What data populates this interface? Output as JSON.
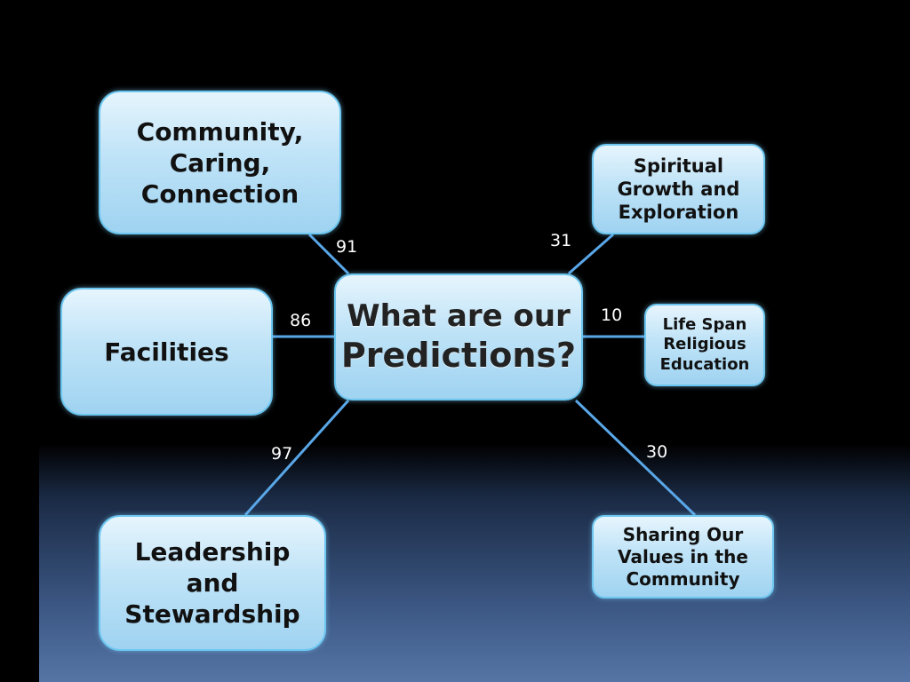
{
  "diagram": {
    "center": {
      "line1": "What are our",
      "line2": "Predictions?"
    },
    "nodes": {
      "community": {
        "lines": [
          "Community,",
          "Caring,",
          "Connection"
        ],
        "count": "91"
      },
      "spiritual": {
        "lines": [
          "Spiritual",
          "Growth and",
          "Exploration"
        ],
        "count": "31"
      },
      "facilities": {
        "lines": [
          "Facilities"
        ],
        "count": "86"
      },
      "lifespan": {
        "lines": [
          "Life Span",
          "Religious",
          "Education"
        ],
        "count": "10"
      },
      "leadership": {
        "lines": [
          "Leadership",
          "and",
          "Stewardship"
        ],
        "count": "97"
      },
      "sharing": {
        "lines": [
          "Sharing Our",
          "Values in the",
          "Community"
        ],
        "count": "30"
      }
    },
    "colors": {
      "connector": "#5aa7e8",
      "node_border": "#6cc6ef",
      "background": "#000000",
      "gradient_bottom": "#5575a6"
    }
  }
}
